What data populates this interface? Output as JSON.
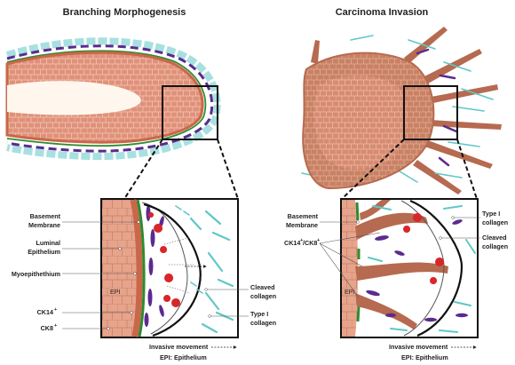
{
  "panels": {
    "left": {
      "title": "Branching Morphogenesis",
      "labels": {
        "basement_membrane_1": "Basement",
        "basement_membrane_2": "Membrane",
        "luminal_1": "Luminal",
        "luminal_2": "Epithelium",
        "myoepithelium": "Myoepithethium",
        "ck14": "CK14",
        "ck8": "CK8",
        "epi": "EPI",
        "cleaved_1": "Cleaved",
        "cleaved_2": "collagen",
        "type1_1": "Type I",
        "type1_2": "collagen"
      }
    },
    "right": {
      "title": "Carcinoma Invasion",
      "labels": {
        "basement_membrane_1": "Basement",
        "basement_membrane_2": "Membrane",
        "ck": "CK14",
        "ck_mid": "/CK8",
        "epi": "EPI",
        "type1_1": "Type I",
        "type1_2": "collagen",
        "cleaved_1": "Cleaved",
        "cleaved_2": "collagen"
      }
    }
  },
  "footer": {
    "left_movement": "Invasive movement",
    "left_epi": "EPI: Epithelium",
    "right_movement": "Invasive movement",
    "right_epi": "EPI: Epithelium"
  },
  "superscripts": {
    "plus": "+"
  },
  "colors": {
    "epithelium": "#e0917a",
    "epi_dark": "#b66a4f",
    "lumen": "#fff7ee",
    "myo": "#c9674a",
    "basement": "#2e8b2e",
    "collagen": "#5fc7c6",
    "cleaved": "#5fc7c6",
    "purple": "#5b2a8f",
    "cell_red": "#d8262a",
    "outline": "#111111"
  }
}
